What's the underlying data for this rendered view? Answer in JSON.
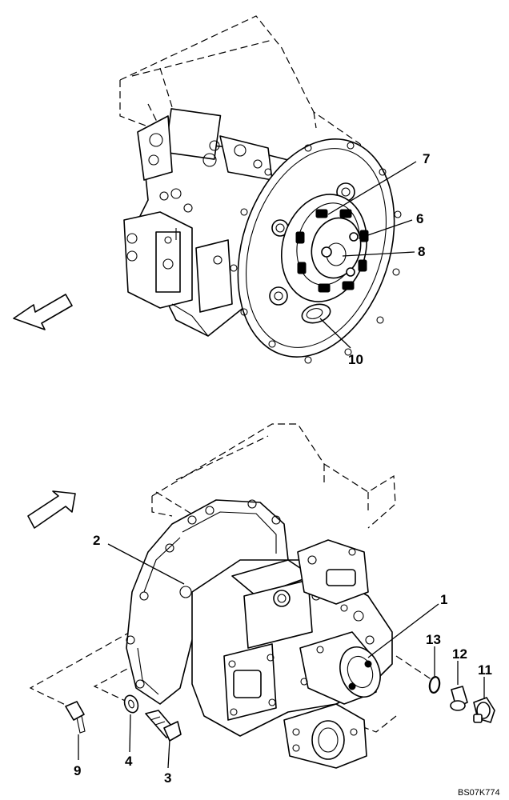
{
  "callouts": {
    "c1": "1",
    "c2": "2",
    "c3": "3",
    "c4": "4",
    "c6": "6",
    "c7": "7",
    "c8": "8",
    "c9": "9",
    "c10": "10",
    "c11": "11",
    "c12": "12",
    "c13": "13"
  },
  "reference_code": "BS07K774"
}
